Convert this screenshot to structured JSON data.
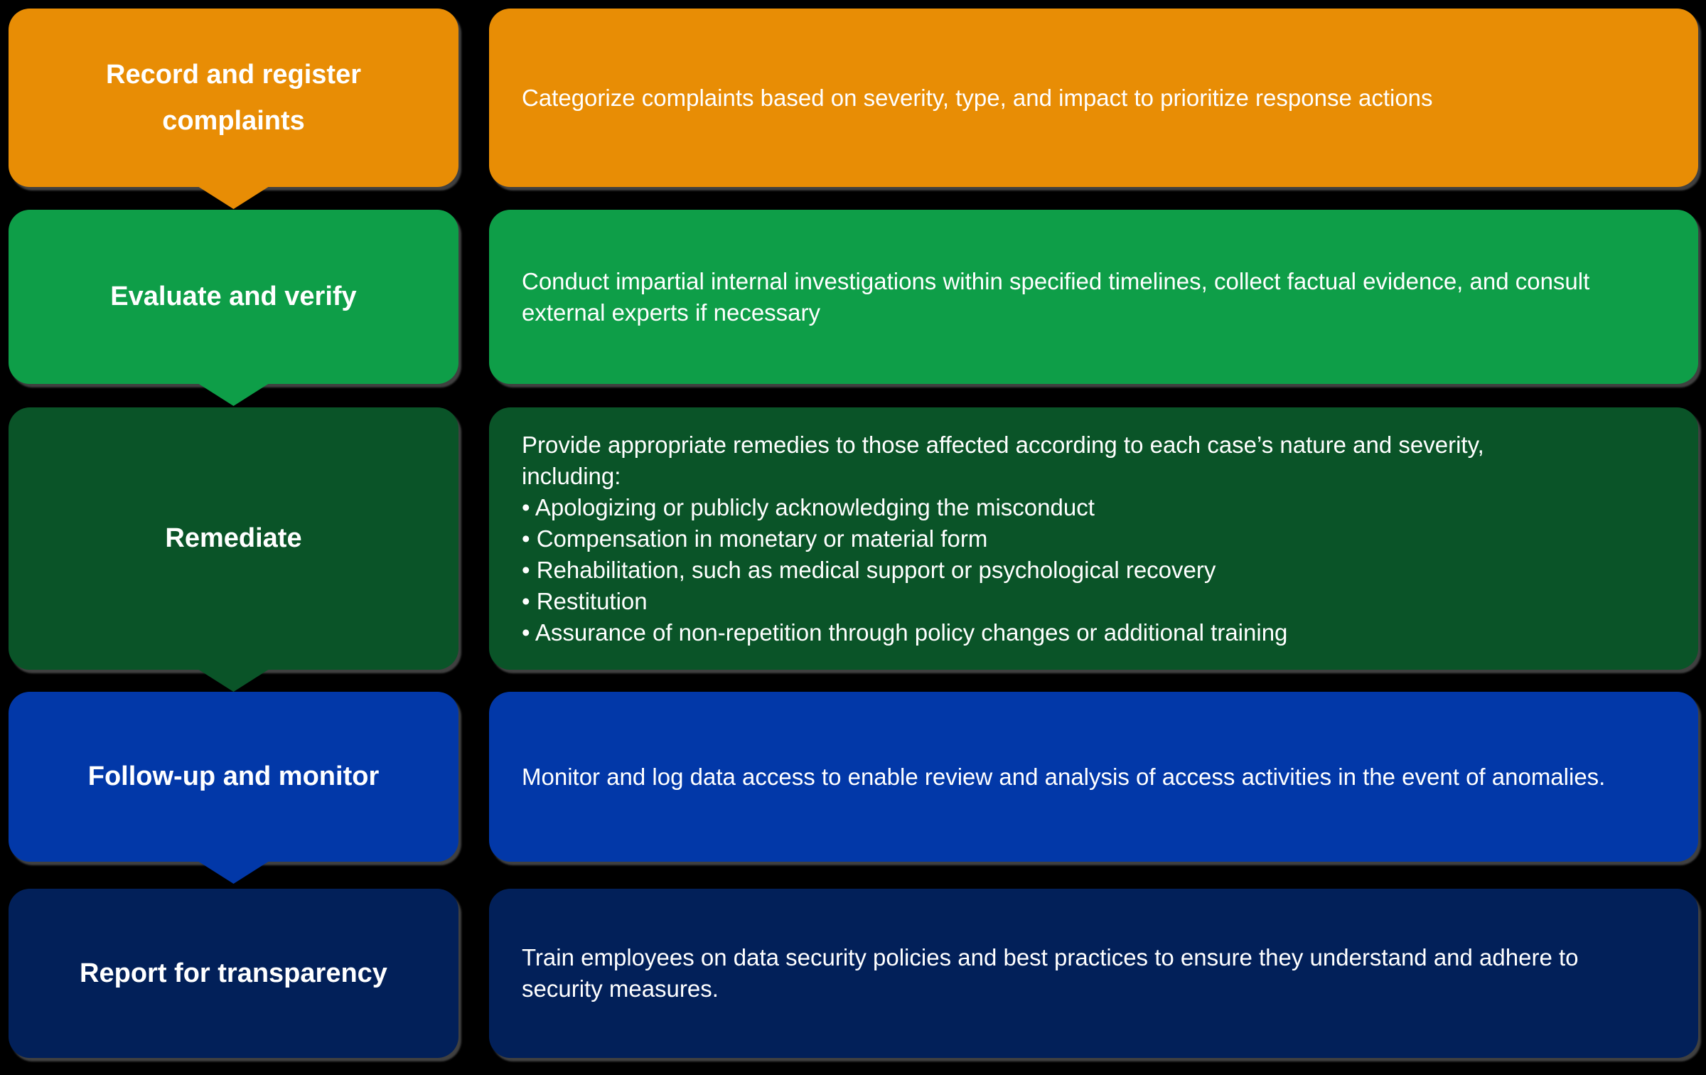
{
  "page": {
    "background_color": "#000000",
    "text_color": "#ffffff"
  },
  "steps": [
    {
      "label": "Record and register complaints",
      "description": "Categorize complaints based on severity, type, and impact to prioritize response actions",
      "color": "#E88D05",
      "has_arrow": true
    },
    {
      "label": "Evaluate and verify",
      "description": "Conduct impartial internal investigations within specified timelines, collect factual evidence, and consult external experts if necessary",
      "color": "#0E9E48",
      "has_arrow": true
    },
    {
      "label": "Remediate",
      "description": "Provide appropriate remedies to those affected according to each case’s nature and severity,\nincluding:\n• Apologizing or publicly acknowledging the misconduct\n• Compensation in monetary or material form\n• Rehabilitation, such as medical support or psychological recovery\n• Restitution\n• Assurance of non-repetition through policy changes or additional training",
      "color": "#0A5428",
      "has_arrow": true
    },
    {
      "label": "Follow-up and monitor",
      "description": "Monitor and log data access to enable review and analysis of access activities in the event of anomalies.",
      "color": "#0238A8",
      "has_arrow": true
    },
    {
      "label": "Report for transparency",
      "description": "Train employees on data security policies and best practices to ensure they understand and adhere to security measures.",
      "color": "#022059",
      "has_arrow": false
    }
  ]
}
